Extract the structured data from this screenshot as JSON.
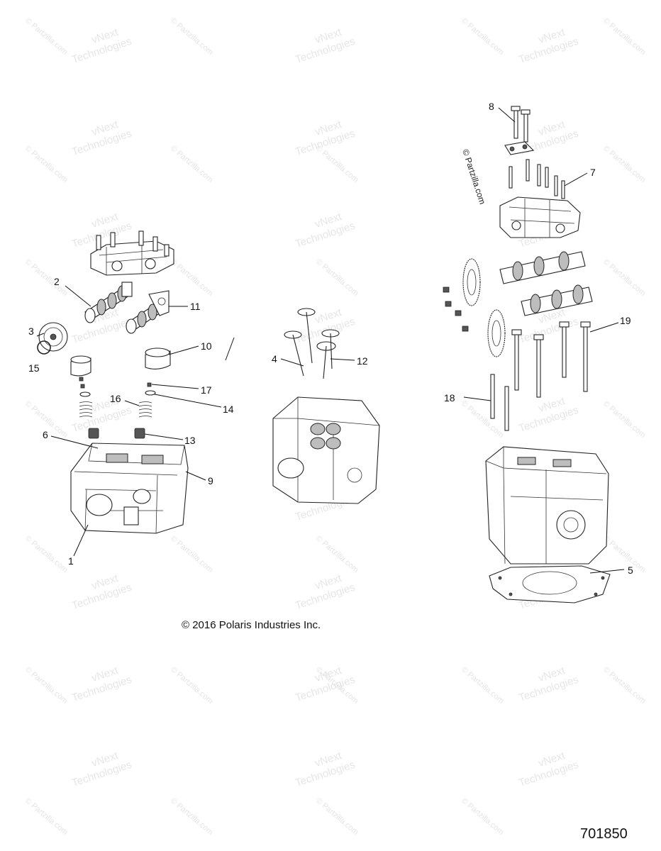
{
  "watermarks": {
    "line1": "vNext",
    "line2": "Technologies",
    "partzilla": "© Partzilla.com"
  },
  "copyright": "© 2016 Polaris Industries Inc.",
  "doc_number": "701850",
  "partzilla_side": "© Partzilla.com",
  "callouts": [
    "1",
    "2",
    "3",
    "4",
    "5",
    "6",
    "7",
    "8",
    "9",
    "10",
    "11",
    "12",
    "13",
    "14",
    "15",
    "16",
    "17",
    "18",
    "19"
  ]
}
